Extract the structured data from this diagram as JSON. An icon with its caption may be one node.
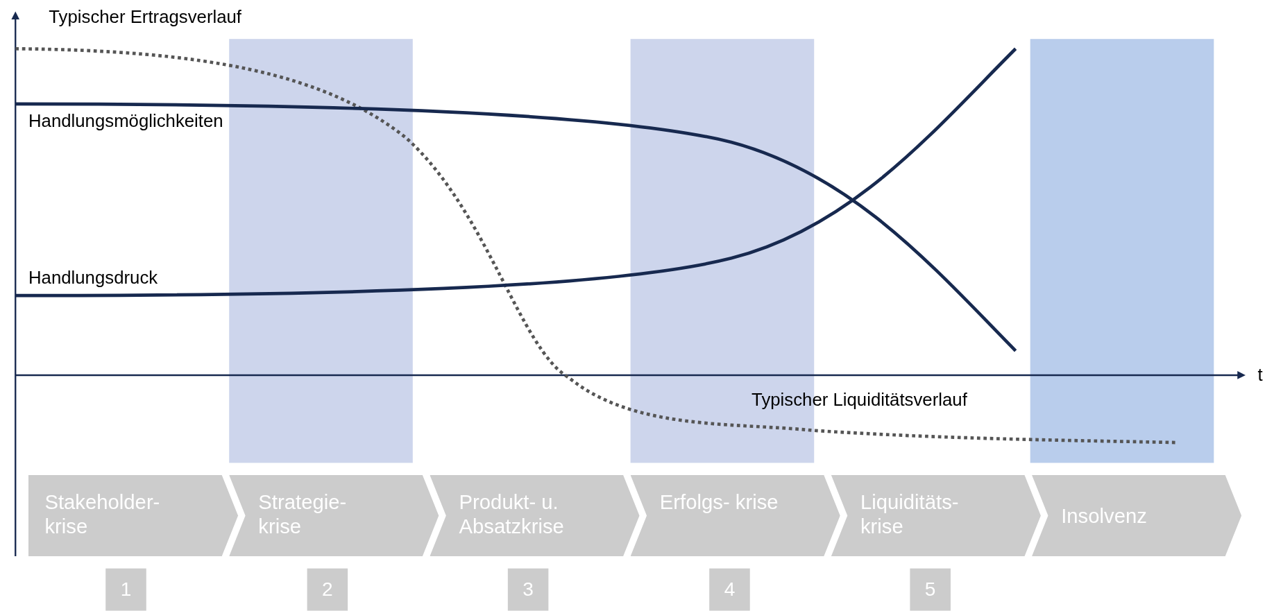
{
  "diagram": {
    "nodes": [
      {
        "text": [
          "Stakeholder- krise"
        ]
      },
      {
        "text": [
          "Strategie- krise"
        ]
      },
      {
        "text": [
          "Produkt- u. Absatzkrise"
        ]
      },
      {
        "text": [
          "Erfolgs- krise"
        ]
      },
      {
        "text": [
          "Liquiditäts- krise"
        ]
      },
      {
        "text": [
          "Insolvenz"
        ]
      },
      {
        "text": [
          "1"
        ]
      },
      {
        "text": [
          "2"
        ]
      },
      {
        "text": [
          "3"
        ]
      },
      {
        "text": [
          "4"
        ]
      },
      {
        "text": [
          "5"
        ]
      }
    ],
    "labels": [
      "Typischer Ertragsverlauf",
      "Handlungsmöglichkeiten",
      "Handlungsdruck",
      "t",
      "Typischer Liquiditätsverlauf"
    ]
  }
}
